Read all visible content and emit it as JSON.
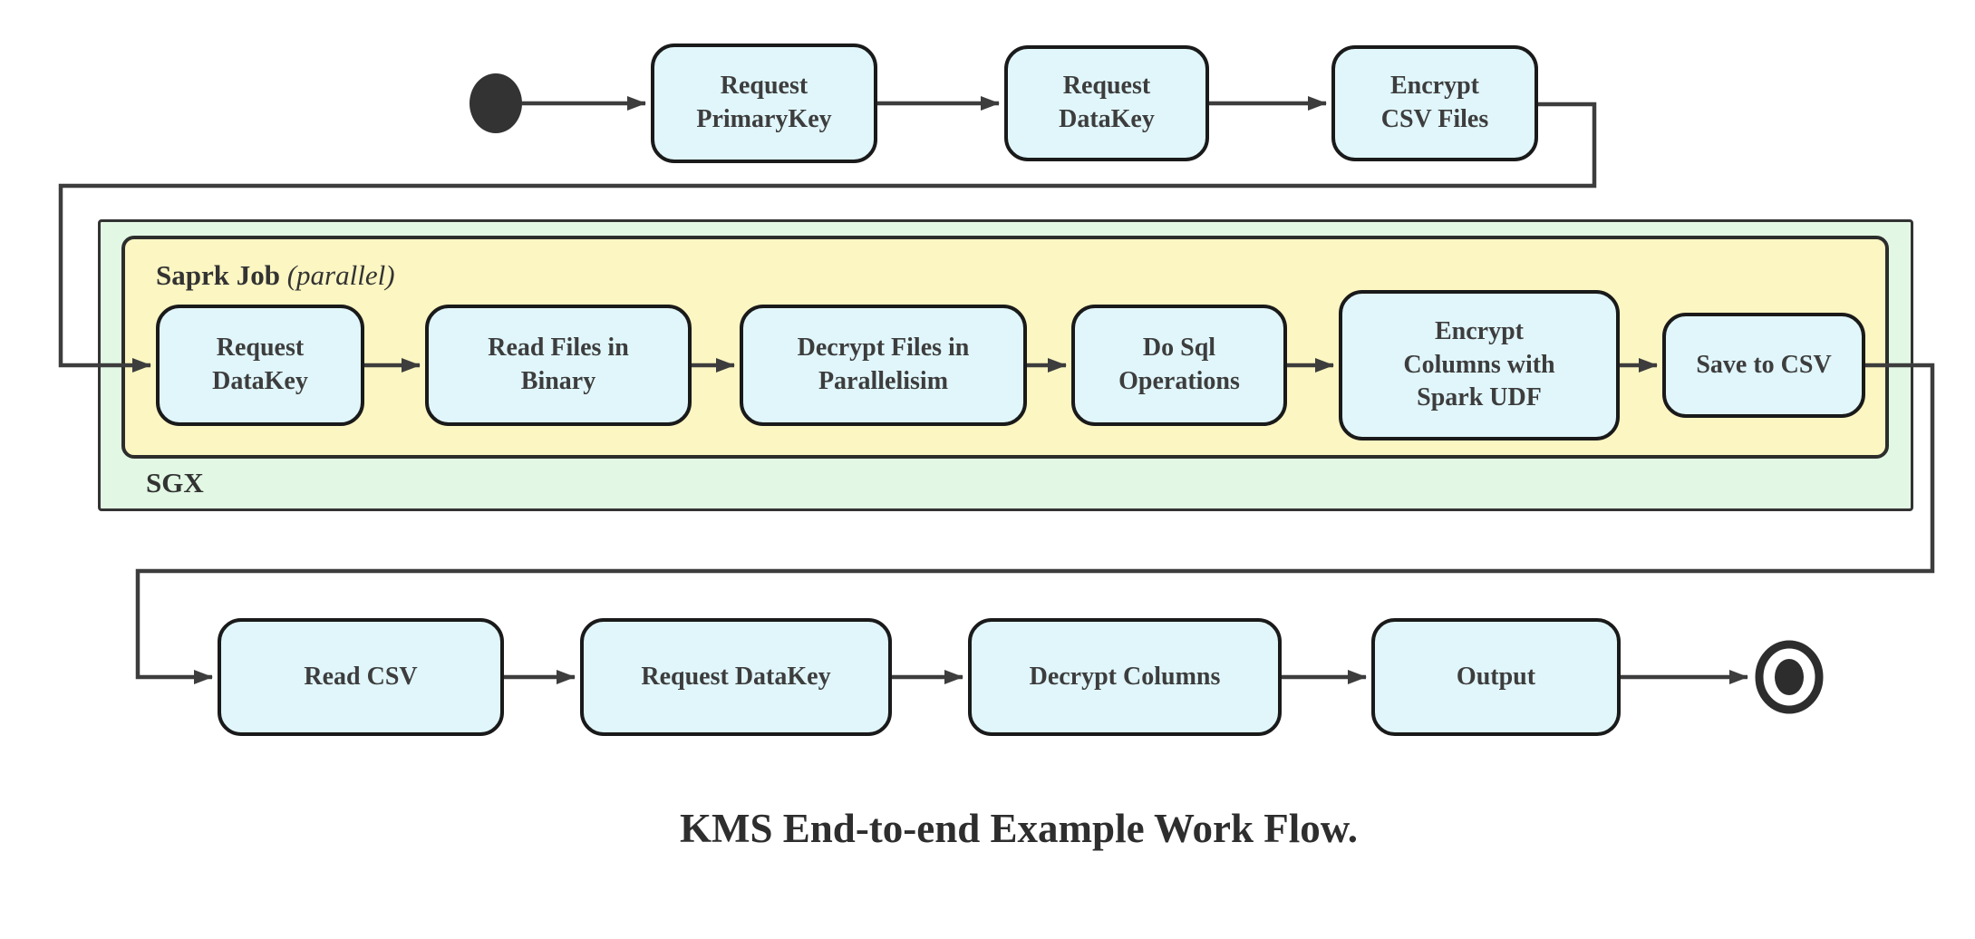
{
  "diagram": {
    "caption": "KMS End-to-end Example Work Flow.",
    "colors": {
      "activity_fill": "#e0f6fb",
      "spark_container_fill": "#fcf6c2",
      "sgx_container_fill": "#e2f8e4",
      "node_border": "#1a1a1a",
      "edge": "#3d3d3d",
      "text": "#3d3d3d"
    },
    "containers": {
      "sgx": {
        "label": "SGX"
      },
      "spark_job": {
        "label": "Saprk Job",
        "qualifier": "(parallel)"
      }
    },
    "top_flow": {
      "nodes": [
        {
          "label": "Request\nPrimaryKey"
        },
        {
          "label": "Request\nDataKey"
        },
        {
          "label": "Encrypt\nCSV Files"
        }
      ]
    },
    "spark_flow": {
      "nodes": [
        {
          "label": "Request\nDataKey"
        },
        {
          "label": "Read Files in\nBinary"
        },
        {
          "label": "Decrypt Files in\nParallelisim"
        },
        {
          "label": "Do Sql\nOperations"
        },
        {
          "label": "Encrypt\nColumns with\nSpark UDF"
        },
        {
          "label": "Save to CSV"
        }
      ]
    },
    "output_flow": {
      "nodes": [
        {
          "label": "Read CSV"
        },
        {
          "label": "Request DataKey"
        },
        {
          "label": "Decrypt Columns"
        },
        {
          "label": "Output"
        }
      ]
    }
  }
}
